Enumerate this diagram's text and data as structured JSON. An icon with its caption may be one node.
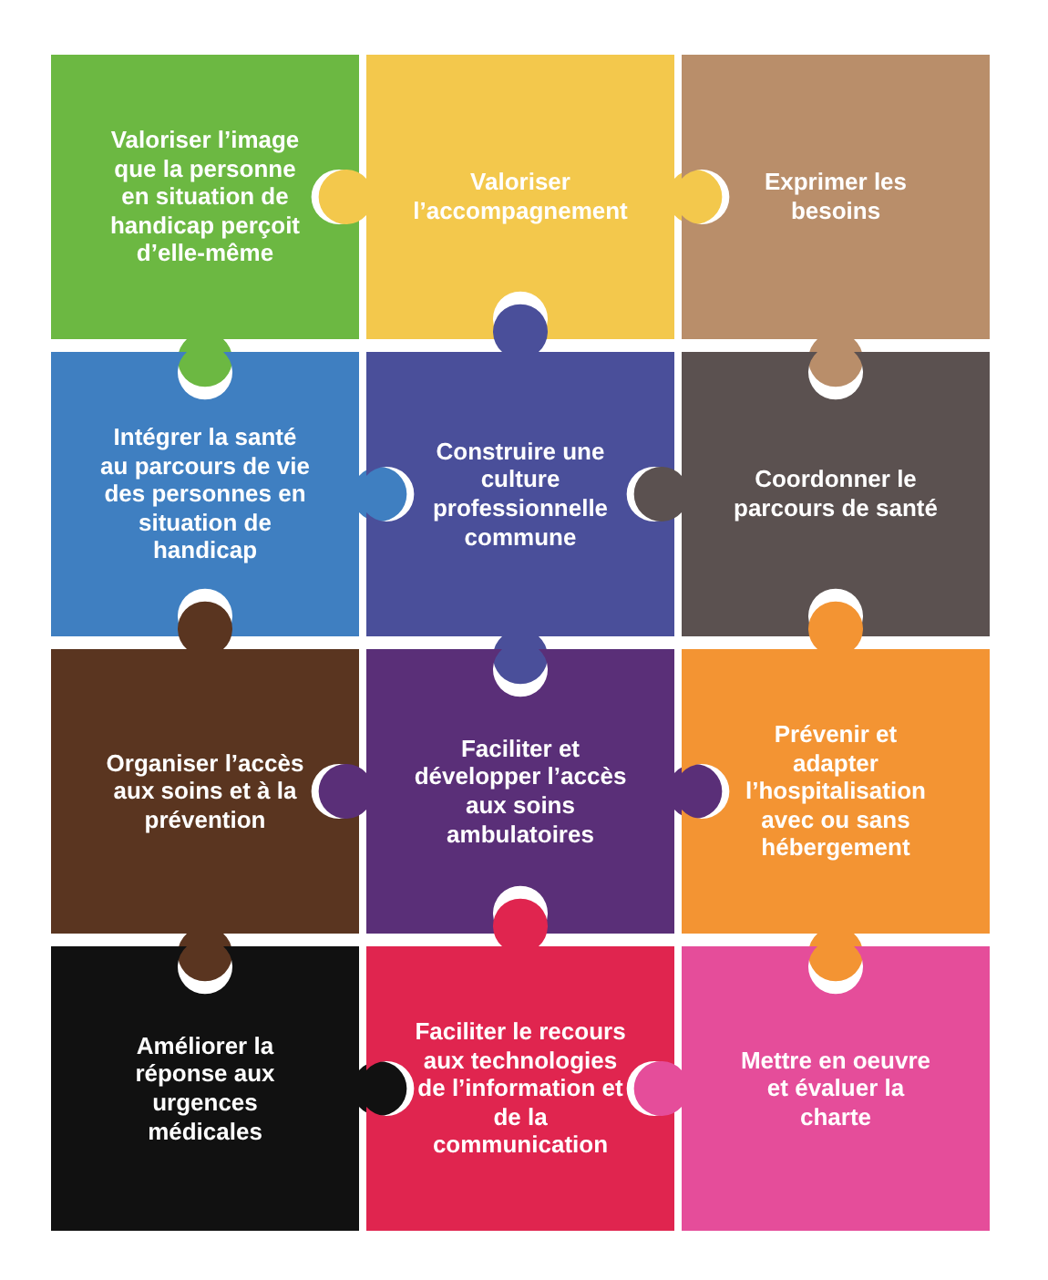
{
  "diagram": {
    "nodes": [
      {
        "text": [
          "Valoriser l’image que la personne en situation de handicap perçoit d’elle-même"
        ]
      },
      {
        "text": [
          "Valoriser l’accompagnement"
        ]
      },
      {
        "text": [
          "Exprimer les besoins"
        ]
      },
      {
        "text": [
          "Intégrer la santé au parcours de vie des personnes en situation de handicap"
        ]
      },
      {
        "text": [
          "Construire une culture professionnelle commune"
        ]
      },
      {
        "text": [
          "Coordonner le parcours de santé"
        ]
      },
      {
        "text": [
          "Organiser l’accès aux soins et à la prévention"
        ]
      },
      {
        "text": [
          "Faciliter et développer l’accès aux soins ambulatoires"
        ]
      },
      {
        "text": [
          "Prévenir et adapter l’hospitalisation avec ou sans hébergement"
        ]
      },
      {
        "text": [
          "Améliorer la réponse aux urgences médicales"
        ]
      },
      {
        "text": [
          "Faciliter le recours aux technologies de l’information et de la communication"
        ]
      },
      {
        "text": [
          "Mettre en oeuvre et évaluer la charte"
        ]
      }
    ]
  }
}
